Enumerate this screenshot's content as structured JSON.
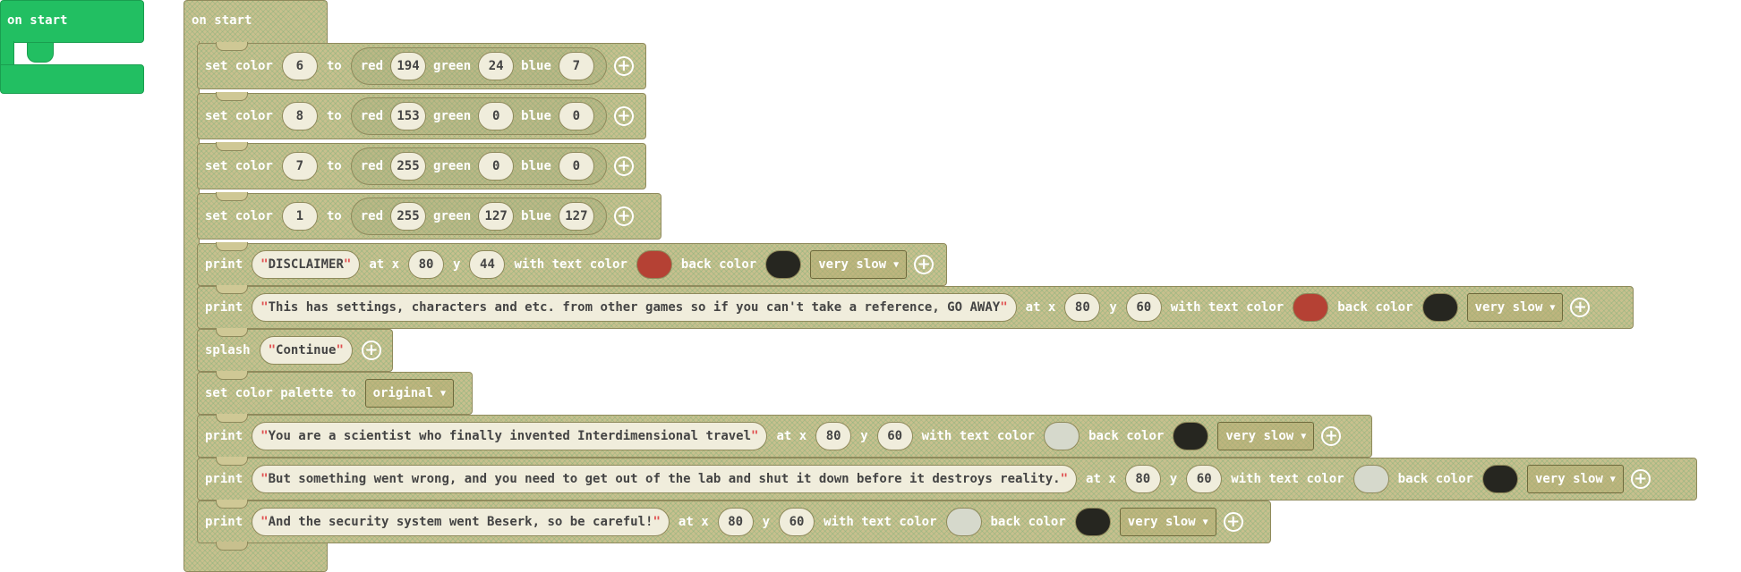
{
  "toolbox": {
    "on_start_label": "on start"
  },
  "hat": {
    "label": "on start"
  },
  "statements": [
    {
      "keyword": "set color",
      "index": "6",
      "to": "to",
      "red_label": "red",
      "red": "194",
      "green_label": "green",
      "green": "24",
      "blue_label": "blue",
      "blue": "7"
    },
    {
      "keyword": "set color",
      "index": "8",
      "to": "to",
      "red_label": "red",
      "red": "153",
      "green_label": "green",
      "green": "0",
      "blue_label": "blue",
      "blue": "0"
    },
    {
      "keyword": "set color",
      "index": "7",
      "to": "to",
      "red_label": "red",
      "red": "255",
      "green_label": "green",
      "green": "0",
      "blue_label": "blue",
      "blue": "0"
    },
    {
      "keyword": "set color",
      "index": "1",
      "to": "to",
      "red_label": "red",
      "red": "255",
      "green_label": "green",
      "green": "127",
      "blue_label": "blue",
      "blue": "127"
    },
    {
      "keyword": "print",
      "text": "DISCLAIMER",
      "at_x": "at x",
      "x": "80",
      "y_label": "y",
      "y": "44",
      "text_color_label": "with text color",
      "text_color": "#b54134",
      "back_color_label": "back color",
      "back_color": "#262620",
      "speed": "very slow"
    },
    {
      "keyword": "print",
      "text": "This has settings, characters and etc. from other games so if you can't take a reference, GO AWAY",
      "at_x": "at x",
      "x": "80",
      "y_label": "y",
      "y": "60",
      "text_color_label": "with text color",
      "text_color": "#b54134",
      "back_color_label": "back color",
      "back_color": "#262620",
      "speed": "very slow"
    },
    {
      "keyword": "splash",
      "text": "Continue"
    },
    {
      "keyword": "set color palette to",
      "palette": "original"
    },
    {
      "keyword": "print",
      "text": "You are a scientist who finally invented Interdimensional travel",
      "at_x": "at x",
      "x": "80",
      "y_label": "y",
      "y": "60",
      "text_color_label": "with text color",
      "text_color": "#d6d9cc",
      "back_color_label": "back color",
      "back_color": "#262620",
      "speed": "very slow"
    },
    {
      "keyword": "print",
      "text": "But something went wrong, and you need to get out of the lab and shut it down before it destroys reality.",
      "at_x": "at x",
      "x": "80",
      "y_label": "y",
      "y": "60",
      "text_color_label": "with text color",
      "text_color": "#d6d9cc",
      "back_color_label": "back color",
      "back_color": "#262620",
      "speed": "very slow"
    },
    {
      "keyword": "print",
      "text": "And the security system went Beserk, so be careful!",
      "at_x": "at x",
      "x": "80",
      "y_label": "y",
      "y": "60",
      "text_color_label": "with text color",
      "text_color": "#d6d9cc",
      "back_color_label": "back color",
      "back_color": "#262620",
      "speed": "very slow"
    }
  ],
  "icons": {
    "add": "plus-circle-icon",
    "dropdown": "caret-down-icon"
  }
}
